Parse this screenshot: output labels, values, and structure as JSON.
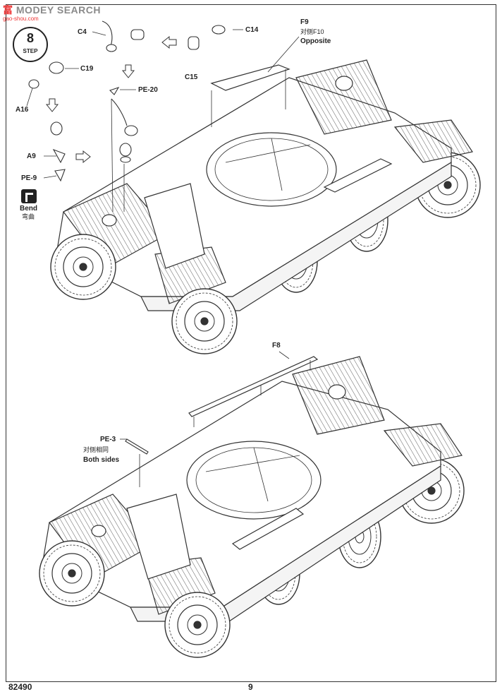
{
  "watermark": {
    "cn": "富",
    "brand": "MODEY SEARCH",
    "url": "gao-shou.com"
  },
  "step": {
    "number": "8",
    "word": "STEP"
  },
  "parts": {
    "c4": "C4",
    "c14": "C14",
    "c15": "C15",
    "c19": "C19",
    "a16": "A16",
    "pe20": "PE-20",
    "a9": "A9",
    "pe9": "PE-9",
    "f9": "F9",
    "f9_cn": "对侧F10",
    "f9_en": "Opposite",
    "f8": "F8",
    "pe3": "PE-3",
    "pe3_cn": "对侧相同",
    "pe3_en": "Both sides"
  },
  "bend": {
    "label": "Bend",
    "cn": "弯曲"
  },
  "footer": {
    "code": "82490",
    "page": "9"
  },
  "colors": {
    "line": "#333333",
    "watermark_red": "#ee3333",
    "watermark_gray": "#8a8a8a"
  }
}
